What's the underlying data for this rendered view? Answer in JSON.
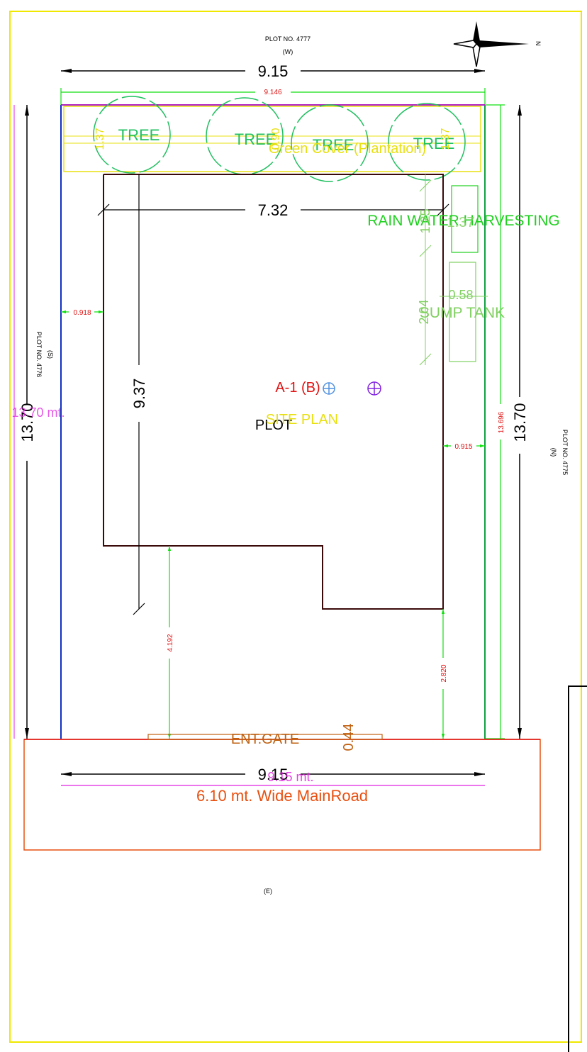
{
  "neighbors": {
    "west_plot": "PLOT NO. 4777",
    "west_dir": "(W)",
    "south_plot": "PLOT NO. 4776",
    "south_dir": "(S)",
    "north_plot": "PLOT NO. 4775",
    "north_dir": "(N)",
    "east_dir": "(E)"
  },
  "compass_label": "N",
  "dimensions": {
    "top_overall": "9.15",
    "top_inner": "9.146",
    "bottom_overall": "9.15",
    "left_overall": "13.70",
    "right_overall": "13.70",
    "right_inner": "13.696",
    "building_width": "7.32",
    "building_depth": "9.37",
    "left_setback": "0.918",
    "right_setback": "0.915",
    "front_setback_left": "4.192",
    "front_setback_right": "2.820",
    "rwh_dim": "1.37",
    "rwh_dim2": "1.25",
    "sump_dim": "2.04",
    "sump_dim2": "0.58",
    "tree_dim_a": "1.37",
    "tree_dim_b": "1.37",
    "tree_dim_c": "0.90",
    "gate_dim": "0.44"
  },
  "green_area_label": "Green Cover (Plantation)",
  "trees": [
    "TREE",
    "TREE",
    "TREE",
    "TREE"
  ],
  "rain_water_label": "RAIN WATER HARVESTING",
  "sump_label": "SUMP TANK",
  "building_code": "A-1 (B)",
  "plot_label": "PLOT",
  "site_plan_label": "SITE PLAN",
  "magenta_left": "13.70 mt.",
  "magenta_bottom": "9.15 mt.",
  "gate_label": "ENT.GATE",
  "road_label": "6.10 mt. Wide MainRoad",
  "colors": {
    "border": "#f0e800",
    "plot_left": "#1030c0",
    "plot_right": "#10a040",
    "dimension": "#10e010",
    "dim_text": "#e01010",
    "building": "#3a0a0a",
    "tree": "#20c060",
    "green_label": "#e0e010",
    "road": "#e85010",
    "magenta": "#e020e0",
    "gate": "#c06010",
    "rwh": "#20d020",
    "sump": "#80d060"
  }
}
